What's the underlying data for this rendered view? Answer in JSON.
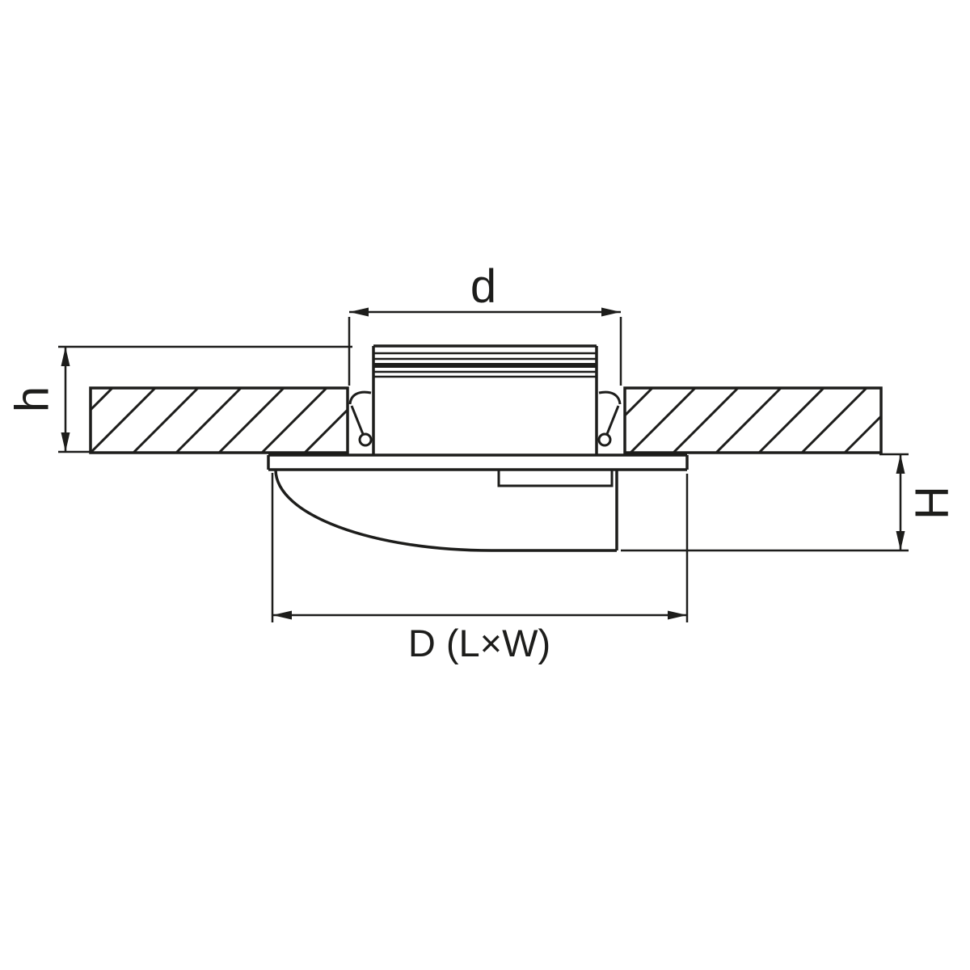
{
  "page": {
    "background_color": "#ffffff",
    "stroke_color": "#1d1d1b"
  },
  "drawing": {
    "labels": {
      "cutout_diameter": "d",
      "recess_depth": "h",
      "housing_height": "H",
      "overall_size": "D (L×W)"
    }
  }
}
